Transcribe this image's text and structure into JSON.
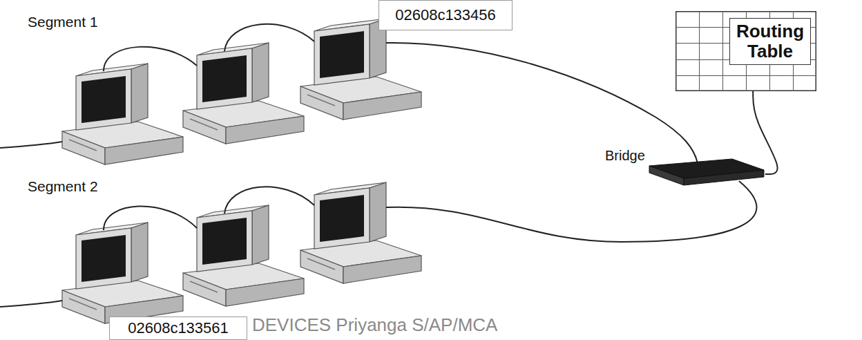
{
  "diagram": {
    "nodes": [
      {
        "text": [
          "02608c133456"
        ]
      },
      {
        "text": [
          "Routing Table"
        ]
      },
      {
        "text": [
          "Bridge"
        ]
      },
      {
        "text": [
          "02608c133561"
        ]
      }
    ],
    "edges": [
      {
        "from": 2,
        "to": 1,
        "arrow": "none"
      }
    ],
    "labels": [
      "Segment 1",
      "Segment 2",
      "DEVICES Priyanga S/AP/MCA"
    ]
  }
}
